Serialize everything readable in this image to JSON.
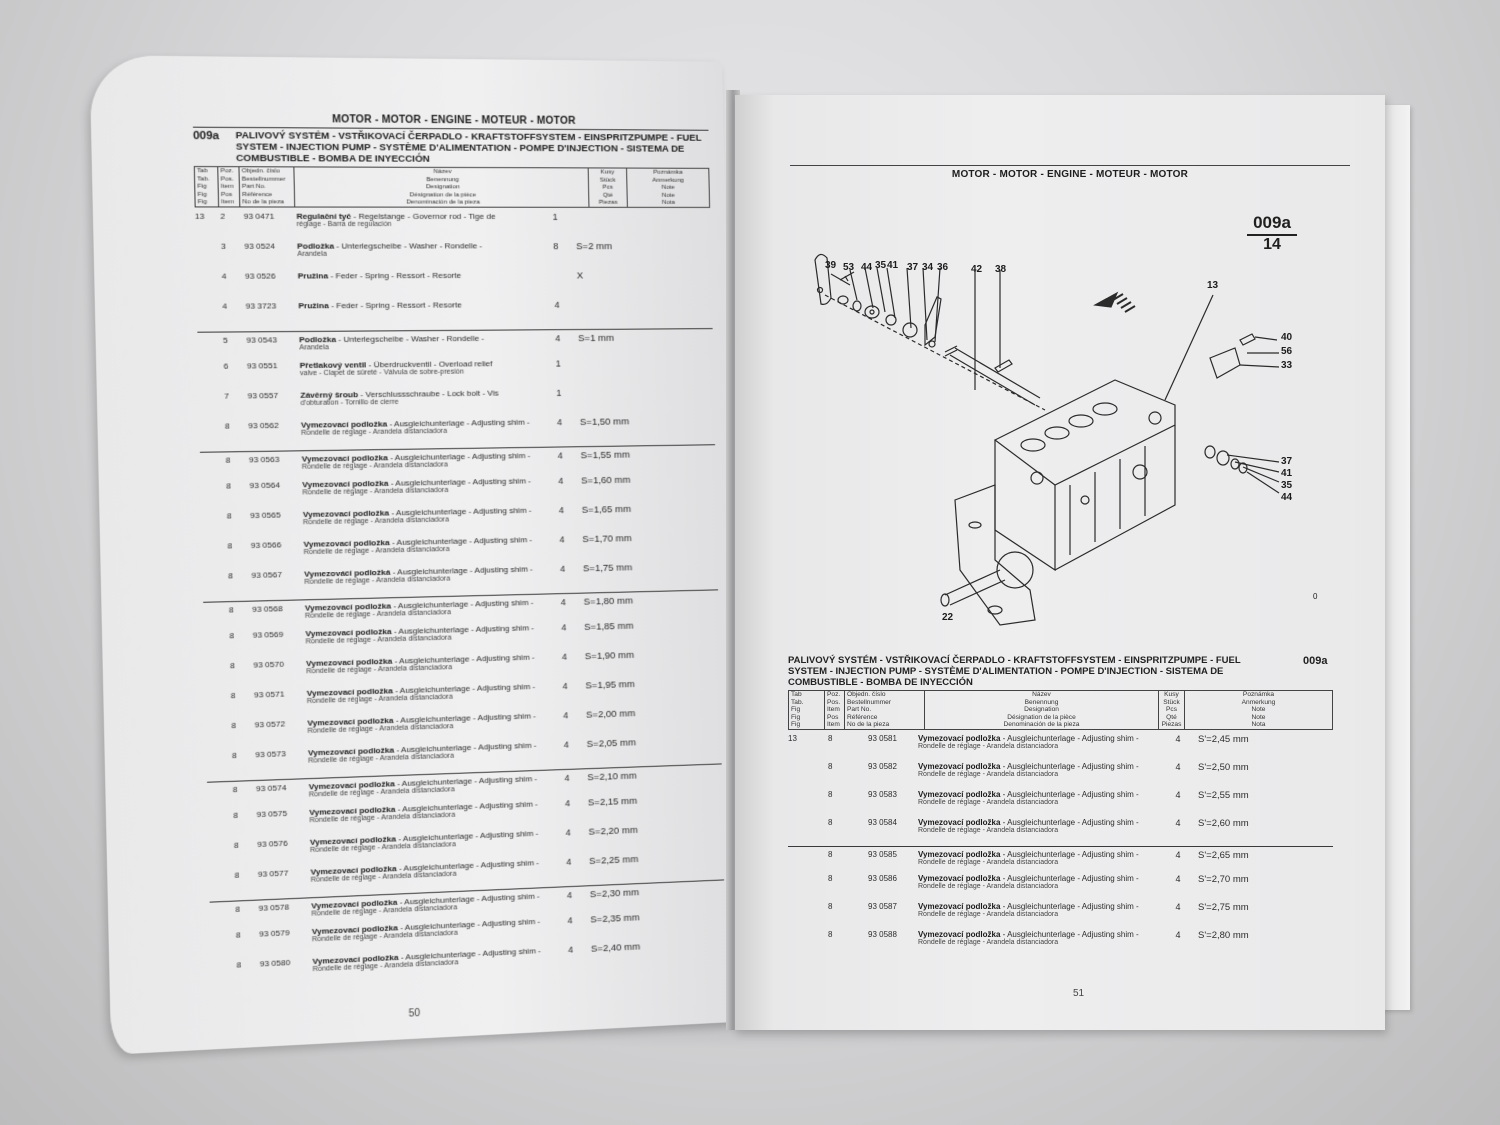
{
  "document": {
    "type": "Spare parts catalog (open booklet)",
    "section_header": "MOTOR - MOTOR - ENGINE - MOTEUR - MOTOR",
    "group": {
      "code": "009a",
      "title": "PALIVOVÝ SYSTÉM - VSTŘIKOVACÍ ČERPADLO - KRAFTSTOFFSYSTEM - EINSPRITZPUMPE - FUEL SYSTEM - INJECTION PUMP - SYSTÈME D'ALIMENTATION - POMPE D'INJECTION - SISTEMA DE COMBUSTIBLE - BOMBA DE INYECCIÓN"
    },
    "table_header": {
      "tab": [
        "Tab",
        "Tab.",
        "Fig",
        "Fig",
        "Fig"
      ],
      "pos": [
        "Poz.",
        "Pos.",
        "Item",
        "Pos",
        "Item"
      ],
      "part_no": [
        "Objedn. číslo",
        "Bestellnummer",
        "Part No.",
        "Référence",
        "No de la pieza"
      ],
      "name": [
        "Název",
        "Benennung",
        "Designation",
        "Désignation de la pièce",
        "Denominación de la pieza"
      ],
      "qty": [
        "Kusy",
        "Stück",
        "Pcs",
        "Qté",
        "Piezas"
      ],
      "note": [
        "Poznámka",
        "Anmerkung",
        "Note",
        "Note",
        "Nota"
      ]
    }
  },
  "left_page": {
    "page_number": "50",
    "rows": [
      {
        "tab": "13",
        "pos": "2",
        "part_no": "93 0471",
        "name_bold": "Regulační tyč",
        "name_rest": " - Regelstange - Governor rod - Tige de",
        "line2": "réglage - Barra de regulación",
        "qty": "1",
        "note": "",
        "sep": false
      },
      {
        "tab": "",
        "pos": "3",
        "part_no": "93 0524",
        "name_bold": "Podložka",
        "name_rest": " - Unterlegscheibe - Washer - Rondelle -",
        "line2": "Arandela",
        "qty": "8",
        "note": "S=2 mm",
        "sep": false
      },
      {
        "tab": "",
        "pos": "4",
        "part_no": "93 0526",
        "name_bold": "Pružina",
        "name_rest": " - Feder - Spring - Ressort - Resorte",
        "line2": "",
        "qty": "",
        "note": "X",
        "sep": false
      },
      {
        "tab": "",
        "pos": "4",
        "part_no": "93 3723",
        "name_bold": "Pružina",
        "name_rest": " - Feder - Spring - Ressort - Resorte",
        "line2": "",
        "qty": "4",
        "note": "",
        "sep": false
      },
      {
        "tab": "",
        "pos": "5",
        "part_no": "93 0543",
        "name_bold": "Podložka",
        "name_rest": " - Unterlegscheibe - Washer - Rondelle -",
        "line2": "Arandela",
        "qty": "4",
        "note": "S=1 mm",
        "sep": true
      },
      {
        "tab": "",
        "pos": "6",
        "part_no": "93 0551",
        "name_bold": "Přetlakový ventil",
        "name_rest": " - Überdruckventil - Overload relief",
        "line2": "valve - Clapet de sûreté - Válvula de sobre-presión",
        "qty": "1",
        "note": "",
        "sep": false
      },
      {
        "tab": "",
        "pos": "7",
        "part_no": "93 0557",
        "name_bold": "Závěrný šroub",
        "name_rest": " - Verschlussschraube - Lock bolt - Vis",
        "line2": "d'obturation - Tornillo de cierre",
        "qty": "1",
        "note": "",
        "sep": false
      },
      {
        "tab": "",
        "pos": "8",
        "part_no": "93 0562",
        "name_bold": "Vymezovací podložka",
        "name_rest": " - Ausgleichunterlage - Adjusting shim -",
        "line2": "Rondelle de réglage - Arandela distanciadora",
        "qty": "4",
        "note": "S=1,50 mm",
        "sep": false
      },
      {
        "tab": "",
        "pos": "8",
        "part_no": "93 0563",
        "name_bold": "Vymezovací podložka",
        "name_rest": " - Ausgleichunterlage - Adjusting shim -",
        "line2": "Rondelle de réglage - Arandela distanciadora",
        "qty": "4",
        "note": "S=1,55 mm",
        "sep": true
      },
      {
        "tab": "",
        "pos": "8",
        "part_no": "93 0564",
        "name_bold": "Vymezovací podložka",
        "name_rest": " - Ausgleichunterlage - Adjusting shim -",
        "line2": "Rondelle de réglage - Arandela distanciadora",
        "qty": "4",
        "note": "S=1,60 mm",
        "sep": false
      },
      {
        "tab": "",
        "pos": "8",
        "part_no": "93 0565",
        "name_bold": "Vymezovací podložka",
        "name_rest": " - Ausgleichunterlage - Adjusting shim -",
        "line2": "Rondelle de réglage - Arandela distanciadora",
        "qty": "4",
        "note": "S=1,65 mm",
        "sep": false
      },
      {
        "tab": "",
        "pos": "8",
        "part_no": "93 0566",
        "name_bold": "Vymezovací podložka",
        "name_rest": " - Ausgleichunterlage - Adjusting shim -",
        "line2": "Rondelle de réglage - Arandela distanciadora",
        "qty": "4",
        "note": "S=1,70 mm",
        "sep": false
      },
      {
        "tab": "",
        "pos": "8",
        "part_no": "93 0567",
        "name_bold": "Vymezovací podložka",
        "name_rest": " - Ausgleichunterlage - Adjusting shim -",
        "line2": "Rondelle de réglage - Arandela distanciadora",
        "qty": "4",
        "note": "S=1,75 mm",
        "sep": false
      },
      {
        "tab": "",
        "pos": "8",
        "part_no": "93 0568",
        "name_bold": "Vymezovací podložka",
        "name_rest": " - Ausgleichunterlage - Adjusting shim -",
        "line2": "Rondelle de réglage - Arandela distanciadora",
        "qty": "4",
        "note": "S=1,80 mm",
        "sep": true
      },
      {
        "tab": "",
        "pos": "8",
        "part_no": "93 0569",
        "name_bold": "Vymezovací podložka",
        "name_rest": " - Ausgleichunterlage - Adjusting shim -",
        "line2": "Rondelle de réglage - Arandela distanciadora",
        "qty": "4",
        "note": "S=1,85 mm",
        "sep": false
      },
      {
        "tab": "",
        "pos": "8",
        "part_no": "93 0570",
        "name_bold": "Vymezovací podložka",
        "name_rest": " - Ausgleichunterlage - Adjusting shim -",
        "line2": "Rondelle de réglage - Arandela distanciadora",
        "qty": "4",
        "note": "S=1,90 mm",
        "sep": false
      },
      {
        "tab": "",
        "pos": "8",
        "part_no": "93 0571",
        "name_bold": "Vymezovací podložka",
        "name_rest": " - Ausgleichunterlage - Adjusting shim -",
        "line2": "Rondelle de réglage - Arandela distanciadora",
        "qty": "4",
        "note": "S=1,95 mm",
        "sep": false
      },
      {
        "tab": "",
        "pos": "8",
        "part_no": "93 0572",
        "name_bold": "Vymezovací podložka",
        "name_rest": " - Ausgleichunterlage - Adjusting shim -",
        "line2": "Rondelle de réglage - Arandela distanciadora",
        "qty": "4",
        "note": "S=2,00 mm",
        "sep": false
      },
      {
        "tab": "",
        "pos": "8",
        "part_no": "93 0573",
        "name_bold": "Vymezovací podložka",
        "name_rest": " - Ausgleichunterlage - Adjusting shim -",
        "line2": "Rondelle de réglage - Arandela distanciadora",
        "qty": "4",
        "note": "S=2,05 mm",
        "sep": false
      },
      {
        "tab": "",
        "pos": "8",
        "part_no": "93 0574",
        "name_bold": "Vymezovací podložka",
        "name_rest": " - Ausgleichunterlage - Adjusting shim -",
        "line2": "Rondelle de réglage - Arandela distanciadora",
        "qty": "4",
        "note": "S=2,10 mm",
        "sep": true
      },
      {
        "tab": "",
        "pos": "8",
        "part_no": "93 0575",
        "name_bold": "Vymezovací podložka",
        "name_rest": " - Ausgleichunterlage - Adjusting shim -",
        "line2": "Rondelle de réglage - Arandela distanciadora",
        "qty": "4",
        "note": "S=2,15 mm",
        "sep": false
      },
      {
        "tab": "",
        "pos": "8",
        "part_no": "93 0576",
        "name_bold": "Vymezovací podložka",
        "name_rest": " - Ausgleichunterlage - Adjusting shim -",
        "line2": "Rondelle de réglage - Arandela distanciadora",
        "qty": "4",
        "note": "S=2,20 mm",
        "sep": false
      },
      {
        "tab": "",
        "pos": "8",
        "part_no": "93 0577",
        "name_bold": "Vymezovací podložka",
        "name_rest": " - Ausgleichunterlage - Adjusting shim -",
        "line2": "Rondelle de réglage - Arandela distanciadora",
        "qty": "4",
        "note": "S=2,25 mm",
        "sep": false
      },
      {
        "tab": "",
        "pos": "8",
        "part_no": "93 0578",
        "name_bold": "Vymezovací podložka",
        "name_rest": " - Ausgleichunterlage - Adjusting shim -",
        "line2": "Rondelle de réglage - Arandela distanciadora",
        "qty": "4",
        "note": "S=2,30 mm",
        "sep": true
      },
      {
        "tab": "",
        "pos": "8",
        "part_no": "93 0579",
        "name_bold": "Vymezovací podložka",
        "name_rest": " - Ausgleichunterlage - Adjusting shim -",
        "line2": "Rondelle de réglage - Arandela distanciadora",
        "qty": "4",
        "note": "S=2,35 mm",
        "sep": false
      },
      {
        "tab": "",
        "pos": "8",
        "part_no": "93 0580",
        "name_bold": "Vymezovací podložka",
        "name_rest": " - Ausgleichunterlage - Adjusting shim -",
        "line2": "Rondelle de réglage - Arandela distanciadora",
        "qty": "4",
        "note": "S=2,40 mm",
        "sep": false
      }
    ]
  },
  "right_page": {
    "page_number": "51",
    "figure": {
      "code": "009a",
      "number": "14",
      "corner_mark": "0",
      "callouts_top": [
        "39",
        "53",
        "44",
        "35",
        "41",
        "37",
        "34",
        "36",
        "42",
        "38"
      ],
      "callouts_right_upper": [
        "40",
        "56",
        "33"
      ],
      "callouts_right_lower": [
        "37",
        "41",
        "35",
        "44"
      ],
      "callout_body": "13",
      "callout_shaft": "22"
    },
    "rows": [
      {
        "tab": "13",
        "pos": "8",
        "part_no": "93 0581",
        "name_bold": "Vymezovací podložka",
        "name_rest": " - Ausgleichunterlage - Adjusting shim -",
        "line2": "Rondelle de réglage - Arandela distanciadora",
        "qty": "4",
        "note": "S'=2,45 mm",
        "sep": false
      },
      {
        "tab": "",
        "pos": "8",
        "part_no": "93 0582",
        "name_bold": "Vymezovací podložka",
        "name_rest": " - Ausgleichunterlage - Adjusting shim -",
        "line2": "Rondelle de réglage - Arandela distanciadora",
        "qty": "4",
        "note": "S'=2,50 mm",
        "sep": false
      },
      {
        "tab": "",
        "pos": "8",
        "part_no": "93 0583",
        "name_bold": "Vymezovací podložka",
        "name_rest": " - Ausgleichunterlage - Adjusting shim -",
        "line2": "Rondelle de réglage - Arandela distanciadora",
        "qty": "4",
        "note": "S'=2,55 mm",
        "sep": false
      },
      {
        "tab": "",
        "pos": "8",
        "part_no": "93 0584",
        "name_bold": "Vymezovací podložka",
        "name_rest": " - Ausgleichunterlage - Adjusting shim -",
        "line2": "Rondelle de réglage - Arandela distanciadora",
        "qty": "4",
        "note": "S'=2,60 mm",
        "sep": false
      },
      {
        "tab": "",
        "pos": "8",
        "part_no": "93 0585",
        "name_bold": "Vymezovací podložka",
        "name_rest": " - Ausgleichunterlage - Adjusting shim -",
        "line2": "Rondelle de réglage - Arandela distanciadora",
        "qty": "4",
        "note": "S'=2,65 mm",
        "sep": true
      },
      {
        "tab": "",
        "pos": "8",
        "part_no": "93 0586",
        "name_bold": "Vymezovací podložka",
        "name_rest": " - Ausgleichunterlage - Adjusting shim -",
        "line2": "Rondelle de réglage - Arandela distanciadora",
        "qty": "4",
        "note": "S'=2,70 mm",
        "sep": false
      },
      {
        "tab": "",
        "pos": "8",
        "part_no": "93 0587",
        "name_bold": "Vymezovací podložka",
        "name_rest": " - Ausgleichunterlage - Adjusting shim -",
        "line2": "Rondelle de réglage - Arandela distanciadora",
        "qty": "4",
        "note": "S'=2,75 mm",
        "sep": false
      },
      {
        "tab": "",
        "pos": "8",
        "part_no": "93 0588",
        "name_bold": "Vymezovací podložka",
        "name_rest": " - Ausgleichunterlage - Adjusting shim -",
        "line2": "Rondelle de réglage - Arandela distanciadora",
        "qty": "4",
        "note": "S'=2,80 mm",
        "sep": false
      }
    ]
  }
}
